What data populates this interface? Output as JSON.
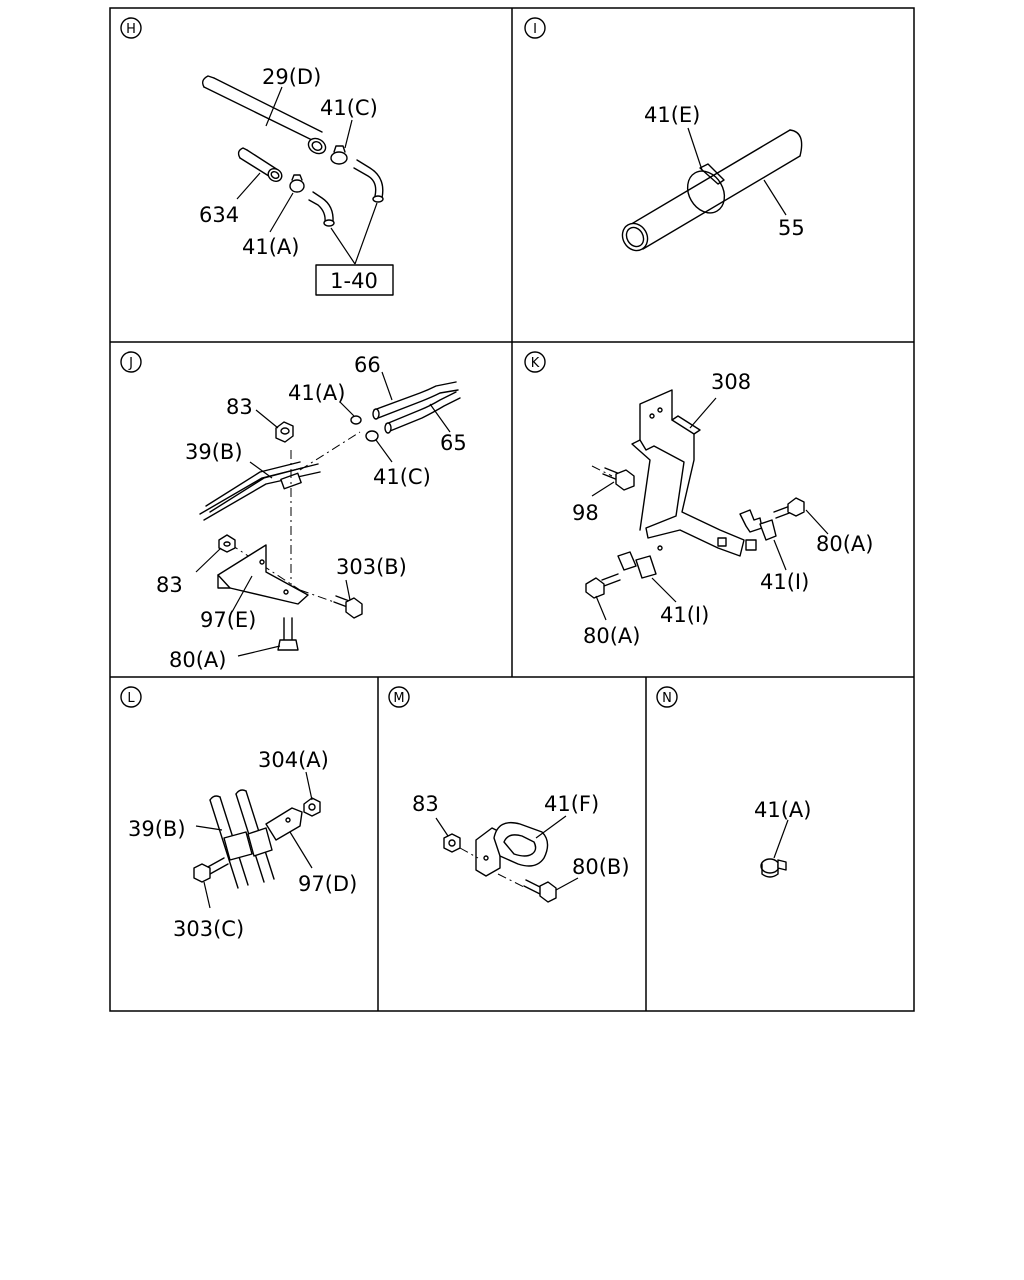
{
  "panels": {
    "H": {
      "letter": "H",
      "labels": {
        "hose_29d": "29(D)",
        "clip_41c": "41(C)",
        "hose_634": "634",
        "clip_41a": "41(A)",
        "ref_box": "1-40"
      }
    },
    "I": {
      "letter": "I",
      "labels": {
        "clamp_41e": "41(E)",
        "pipe_55": "55"
      }
    },
    "J": {
      "letter": "J",
      "labels": {
        "hose_66": "66",
        "clip_41a": "41(A)",
        "nut_83_top": "83",
        "hose_65": "65",
        "pipe_39b": "39(B)",
        "clip_41c": "41(C)",
        "nut_83_bottom": "83",
        "bolt_303b": "303(B)",
        "bracket_97e": "97(E)",
        "bolt_80a": "80(A)"
      }
    },
    "K": {
      "letter": "K",
      "labels": {
        "bracket_308": "308",
        "bolt_98": "98",
        "bolt_80a_right": "80(A)",
        "clip_41i_right": "41(I)",
        "clip_41i_left": "41(I)",
        "bolt_80a_left": "80(A)"
      }
    },
    "L": {
      "letter": "L",
      "labels": {
        "nut_304a": "304(A)",
        "pipe_39b": "39(B)",
        "bracket_97d": "97(D)",
        "bolt_303c": "303(C)"
      }
    },
    "M": {
      "letter": "M",
      "labels": {
        "nut_83": "83",
        "clamp_41f": "41(F)",
        "bolt_80b": "80(B)"
      }
    },
    "N": {
      "letter": "N",
      "labels": {
        "clip_41a": "41(A)"
      }
    }
  }
}
